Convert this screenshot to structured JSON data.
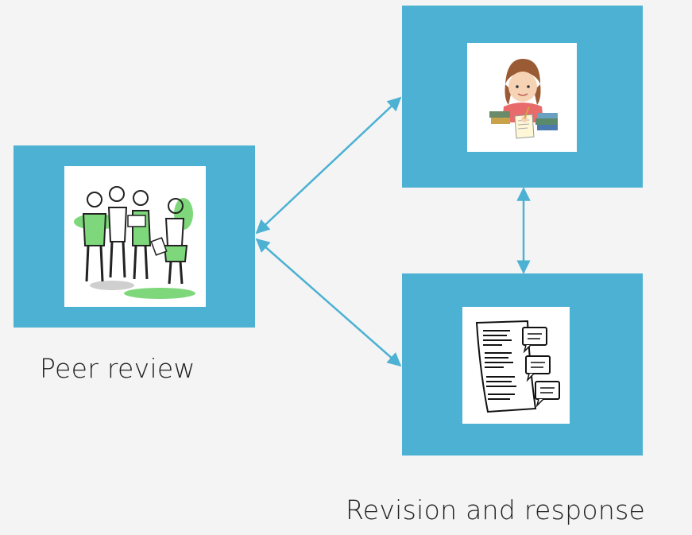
{
  "labels": {
    "peer_review": "Peer review",
    "revision_and_response": "Revision and response"
  },
  "colors": {
    "background": "#f4f4f4",
    "card": "#4cb1d3",
    "arrow": "#4cb1d3",
    "text": "#222222"
  },
  "icons": {
    "peer_group": "people-discussing-illustration",
    "author": "person-writing-at-desk-illustration",
    "document": "document-with-comments-illustration"
  }
}
